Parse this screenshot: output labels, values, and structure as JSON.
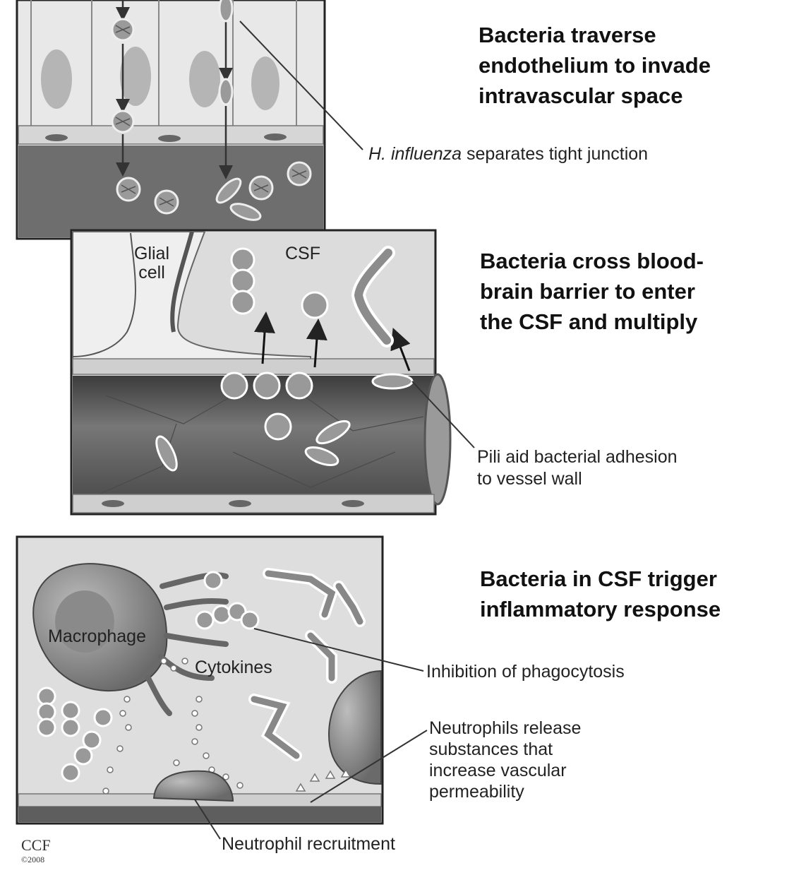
{
  "panel1": {
    "heading": [
      "Bacteria traverse",
      "endothelium to invade",
      "intravascular space"
    ],
    "callout_italic": "H. influenza",
    "callout_rest": " separates tight junction"
  },
  "panel2": {
    "heading": [
      "Bacteria cross blood-",
      "brain barrier to enter",
      "the CSF and multiply"
    ],
    "glial_label": [
      "Glial",
      "cell"
    ],
    "csf_label": "CSF",
    "callout": [
      "Pili aid bacterial adhesion",
      "to vessel wall"
    ]
  },
  "panel3": {
    "heading": [
      "Bacteria in CSF trigger",
      "inflammatory response"
    ],
    "macrophage_label": "Macrophage",
    "cytokines_label": "Cytokines",
    "callout_phagocytosis": "Inhibition of phagocytosis",
    "callout_neutrophils": [
      "Neutrophils release",
      "substances that",
      "increase vascular",
      "permeability"
    ],
    "callout_recruitment": "Neutrophil recruitment"
  },
  "copyright": {
    "mark": "CCF",
    "year": "©2008"
  }
}
